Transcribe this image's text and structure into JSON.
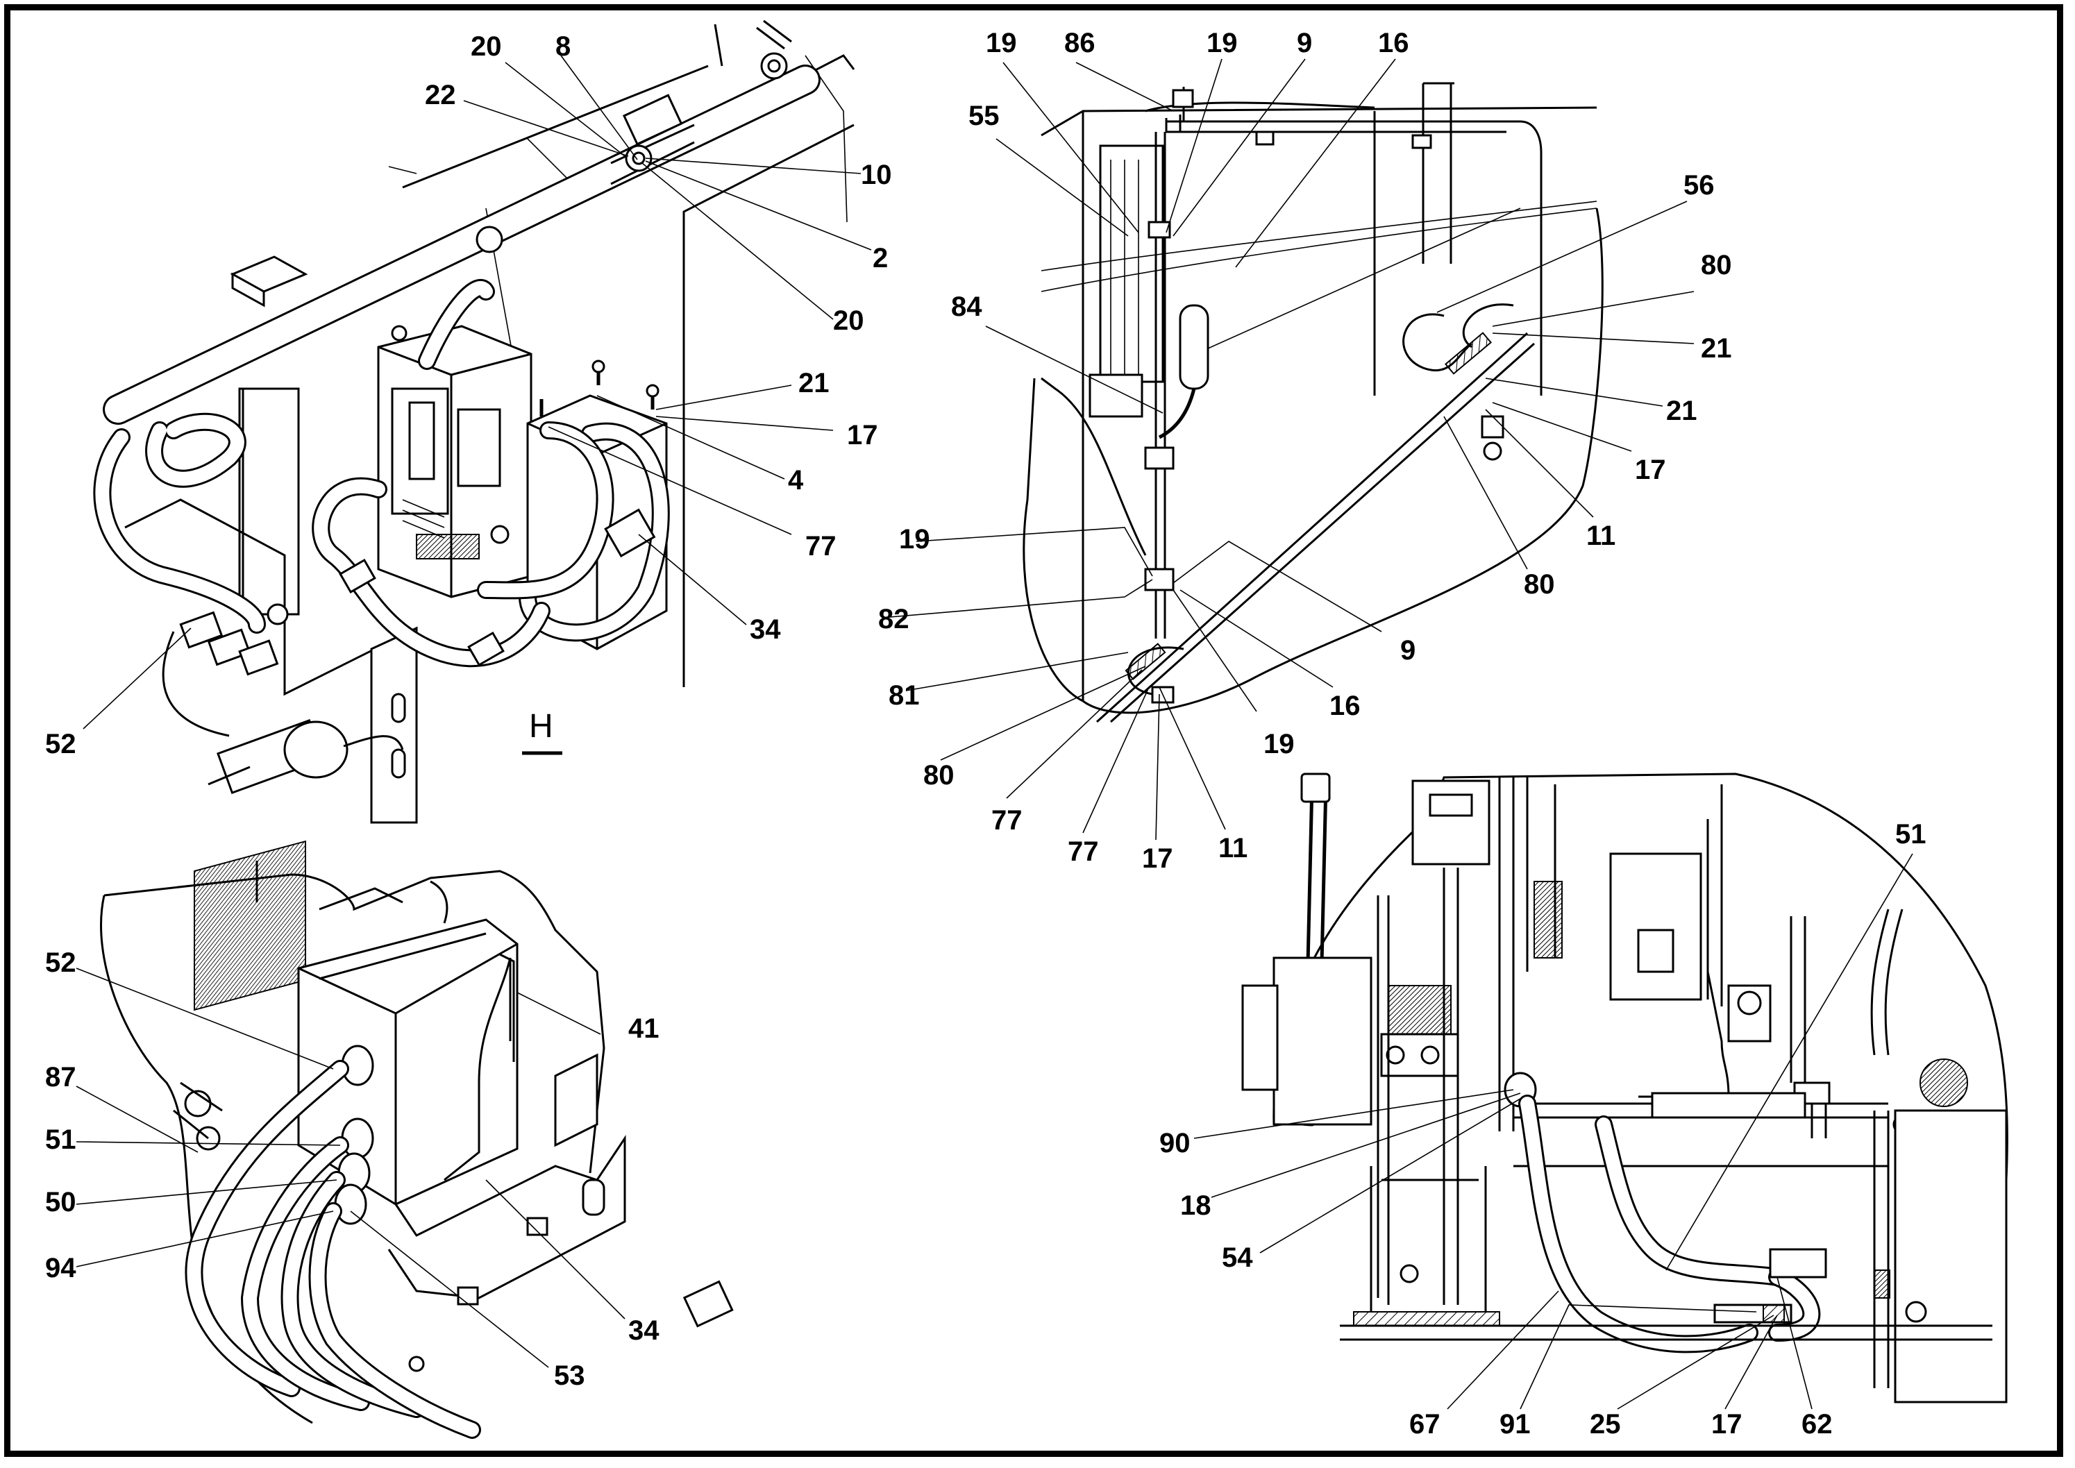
{
  "views": {
    "view_h": {
      "letter": "H",
      "callouts": [
        "20",
        "8",
        "22",
        "10",
        "2",
        "20",
        "21",
        "17",
        "4",
        "77",
        "34",
        "52"
      ]
    },
    "view_right_top": {
      "callouts": [
        "19",
        "86",
        "19",
        "9",
        "16",
        "55",
        "56",
        "80",
        "84",
        "21",
        "21",
        "17",
        "11",
        "80",
        "19",
        "82",
        "9",
        "16",
        "81",
        "19",
        "80",
        "77",
        "77",
        "17",
        "11"
      ]
    },
    "view_left_bottom": {
      "callouts": [
        "52",
        "41",
        "87",
        "51",
        "50",
        "94",
        "34",
        "53"
      ]
    },
    "view_right_bottom": {
      "callouts": [
        "51",
        "90",
        "18",
        "54",
        "67",
        "91",
        "25",
        "17",
        "62"
      ]
    }
  }
}
